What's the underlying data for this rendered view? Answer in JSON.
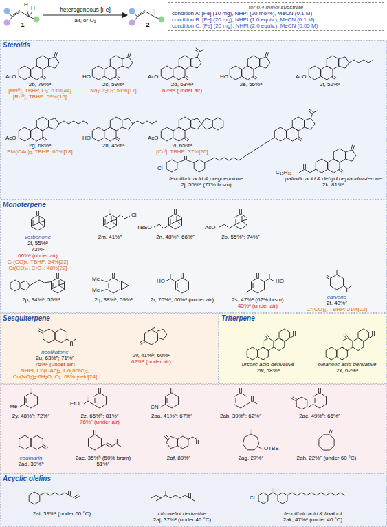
{
  "diagram": {
    "nodes": [
      {
        "text": [
          "1"
        ]
      },
      {
        "text": [
          "2"
        ]
      },
      {
        "text": [
          "for 0.4 mmol substrate",
          "condition A: [Fe] (10 mg), NHPI (20 mol%), MeCN (0.1 M)",
          "condition B: [Fe] (20 mg), NHPI (1.0 equiv.), MeCN (0.1 M)",
          "condition C: [Fe] (20 mg), NHPI (2.0 equiv.), MeCN (0.05 M)"
        ]
      },
      {
        "text": [
          "Steroids"
        ]
      },
      {
        "text": [
          "2b, 79%ᵃ",
          "[Mnᴵᴵᴵ], TBHP, O₂: 63%[44]",
          "[Ruᴵᴵᴵ], TBHP: 59%[16]"
        ],
        "in": 3
      },
      {
        "text": [
          "2c, 59%ᵃ",
          "Na₂Cr₂O₇: 51%[17]"
        ],
        "in": 3
      },
      {
        "text": [
          "2d, 63%ᵃ",
          "62%ᵃ (under air)"
        ],
        "in": 3
      },
      {
        "text": [
          "2e, 56%ᵃ"
        ],
        "in": 3
      },
      {
        "text": [
          "2f, 52%ᵃ"
        ],
        "in": 3
      },
      {
        "text": [
          "2g, 68%ᵃ",
          "PhI(OAc)₂, TBHP: 65%[18]"
        ],
        "in": 3
      },
      {
        "text": [
          "2h, 45%ᵃ"
        ],
        "in": 3
      },
      {
        "text": [
          "2i, 65%ᵃ",
          "[Cuᴵ], TBHP: 37%[20]"
        ],
        "in": 3
      },
      {
        "text": [
          "fenofibric acid & pregnenolone",
          "2j, 55%ᵃ (77% brsm)"
        ],
        "in": 3
      },
      {
        "text": [
          "palmitic acid & dehydroepiandrosterone",
          "2k, 81%ᵃ"
        ],
        "in": 3
      },
      {
        "text": [
          "Monoterpene"
        ]
      },
      {
        "text": [
          "verbenone",
          "2l, 55%ᵇ",
          "73%ᶜ",
          "66%ᶜ (under air)",
          "Cr(CO)₆, TBHP: 54%[22]",
          "Cr(CO)₆, CrO₃: 48%[22]"
        ],
        "in": 14
      },
      {
        "text": [
          "2m, 41%ᵇ"
        ],
        "in": 14
      },
      {
        "text": [
          "2n, 48%ᵇ; 66%ᶜ"
        ],
        "in": 14
      },
      {
        "text": [
          "2o, 55%ᵇ; 74%ᶜ"
        ],
        "in": 14
      },
      {
        "text": [
          "2p, 34%ᵇ; 55%ᶜ"
        ],
        "in": 14
      },
      {
        "text": [
          "2q, 38%ᵇ; 59%ᶜ"
        ],
        "in": 14
      },
      {
        "text": [
          "2r, 70%ᶜ, 60%ᶜ (under air)"
        ],
        "in": 14
      },
      {
        "text": [
          "2s, 47%ᶜ (62% brsm)",
          "45%ᶜ (under air)"
        ],
        "in": 14
      },
      {
        "text": [
          "carvone",
          "2t, 40%ᶜ",
          "Cr(CO)₆, TBHP: 21%[22]"
        ],
        "in": 14
      },
      {
        "text": [
          "Sesquiterpene"
        ]
      },
      {
        "text": [
          "nootkatone",
          "2u, 63%ᵇ; 71%ᶜ",
          "75%ᶜ (under air)",
          "NHPI, Co(OAc)₂, Co(acac)₃, Co(NO₃)₂·6H₂O, O₂: 68% yield[24]"
        ],
        "in": 24
      },
      {
        "text": [
          "2v, 41%ᵇ; 60%ᶜ",
          "62%ᶜ (under air)"
        ],
        "in": 24
      },
      {
        "text": [
          "Triterpene"
        ]
      },
      {
        "text": [
          "ursolic acid derivative",
          "2w, 58%ᵃ"
        ],
        "in": 27
      },
      {
        "text": [
          "oleanolic acid derivative",
          "2x, 62%ᵃ"
        ],
        "in": 27
      },
      {
        "text": [
          "2y, 48%ᵇ; 72%ᶜ"
        ]
      },
      {
        "text": [
          "2z, 65%ᵇ; 81%ᶜ",
          "76%ᶜ (under air)"
        ]
      },
      {
        "text": [
          "2aa, 41%ᵇ; 67%ᶜ"
        ]
      },
      {
        "text": [
          "2ab, 39%ᵇ; 62%ᶜ"
        ]
      },
      {
        "text": [
          "2ac, 49%ᵇ; 66%ᶜ"
        ]
      },
      {
        "text": [
          "coumarin",
          "2ad, 39%ᵇ"
        ]
      },
      {
        "text": [
          "2ae, 35%ᵇ (50% brsm)",
          "51%ᶜ"
        ]
      },
      {
        "text": [
          "2af, 89%ᶜ"
        ]
      },
      {
        "text": [
          "2ag, 27%ᶜ"
        ]
      },
      {
        "text": [
          "2ah, 22%ᶜ (under 60 °C)"
        ]
      },
      {
        "text": [
          "Acyclic olefins"
        ]
      },
      {
        "text": [
          "2ai, 39%ᶜ (under 60 °C)"
        ],
        "in": 40
      },
      {
        "text": [
          "citronellol derivative",
          "2aj, 37%ᶜ (under 40 °C)"
        ],
        "in": 40
      },
      {
        "text": [
          "fenofibric acid & linalool",
          "2ak, 47%ᶜ (under 40 °C)"
        ],
        "in": 40
      }
    ],
    "edges": [
      {
        "from": 0,
        "to": 1,
        "arrow": "to",
        "label": "heterogeneous [Fe]"
      }
    ],
    "labels": [
      "air, or O₂",
      "H",
      "H",
      "AcO",
      "HO",
      "AcO",
      "HO",
      "AcO",
      "AcO",
      "HO",
      "AcO",
      "Cl",
      "C₁₅H₃₁",
      "Cl",
      "TBSO",
      "AcO",
      "Me",
      "Me",
      "HO",
      "HO",
      "Me",
      "EtO",
      "CN",
      "OTBS",
      "Cl"
    ]
  }
}
